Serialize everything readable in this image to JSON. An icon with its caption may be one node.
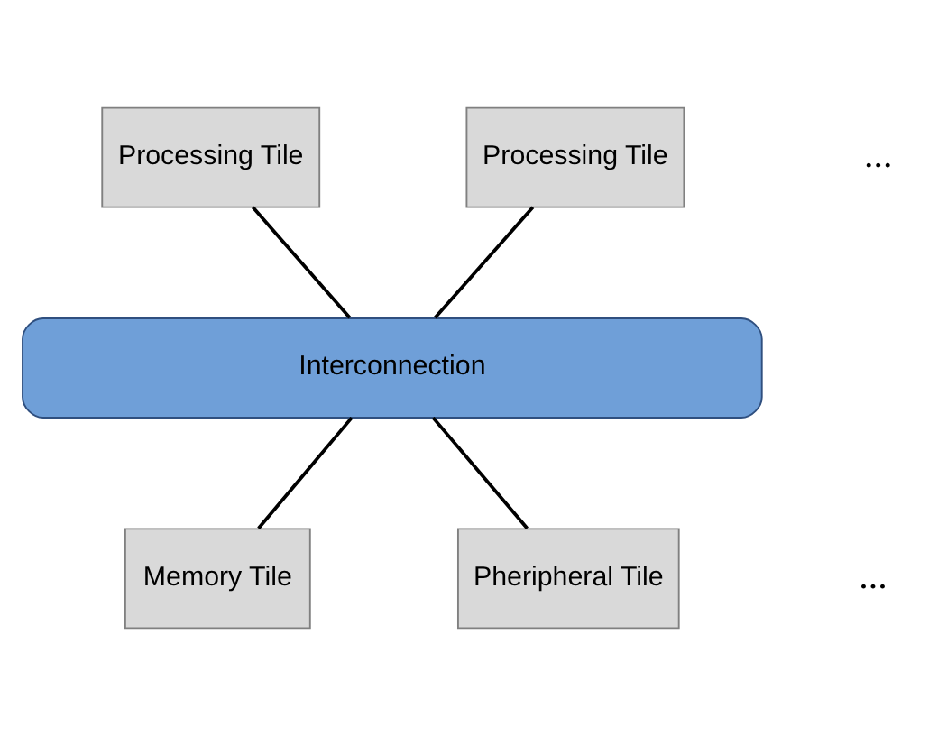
{
  "diagram": {
    "nodes": [
      {
        "text": [
          "Processing Tile"
        ]
      },
      {
        "text": [
          "Processing Tile"
        ]
      },
      {
        "text": [
          "Interconnection"
        ]
      },
      {
        "text": [
          "Memory Tile"
        ]
      },
      {
        "text": [
          "Pheripheral Tile"
        ]
      }
    ],
    "edges": [
      {
        "from": 0,
        "to": 2,
        "arrow": "none"
      },
      {
        "from": 1,
        "to": 2,
        "arrow": "none"
      },
      {
        "from": 2,
        "to": 3,
        "arrow": "none"
      },
      {
        "from": 2,
        "to": 4,
        "arrow": "none"
      }
    ],
    "labels": [
      "...",
      "..."
    ]
  }
}
